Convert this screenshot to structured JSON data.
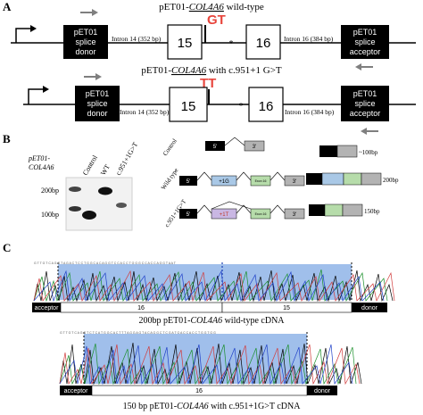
{
  "panel_labels": {
    "a": "A",
    "b": "B",
    "c": "C"
  },
  "panel_a": {
    "construct_wt": {
      "title_prefix": "pET01-",
      "title_gene": "COL4A6",
      "title_suffix": " wild-type",
      "splice_site": "GT"
    },
    "construct_mut": {
      "title_prefix": "pET01-",
      "title_gene": "COL4A6",
      "title_suffix": " with c.951+1 G>T",
      "splice_site": "TT"
    },
    "donor_line1": "pET01",
    "donor_line2": "splice",
    "donor_line3": "donor",
    "acceptor_line1": "pET01",
    "acceptor_line2": "splice",
    "acceptor_line3": "acceptor",
    "intron14": "Intron 14 (352 bp)",
    "exon15": "15",
    "exon16": "16",
    "asterisk": "*",
    "intron16": "Intron 16 (384 bp)",
    "colors": {
      "splice_site": "#e8453c",
      "primer_arrow": "#7f7f7f",
      "splice_box": "#000000"
    }
  },
  "panel_b": {
    "gel_title_line1": "pET01-",
    "gel_title_line2": "COL4A6",
    "gel_lanes": [
      "Control",
      "WT",
      "c.951+1G>T"
    ],
    "size_200": "200bp",
    "size_100": "100bp",
    "diagram_rows": [
      {
        "label": "Control",
        "exon_5": "5'",
        "exon_3": "3'",
        "product": "~100bp"
      },
      {
        "label": "Wild type",
        "exon_5": "5'",
        "exon_mid": "+1G",
        "exon_16": "Exon 16",
        "exon_3": "3'",
        "product": "200bp"
      },
      {
        "label": "c.951+1G>T",
        "exon_5": "5'",
        "exon_mid": "+1T",
        "exon_16": "Exon 16",
        "exon_3": "3'",
        "product": "150bp"
      }
    ],
    "colors": {
      "exon15": "#a9c8e6",
      "exon16": "#b6dcaa",
      "exon3": "#b3b3b3",
      "mut_exon15": "#c9b7e3"
    }
  },
  "panel_c": {
    "wt_track": {
      "left": "acceptor",
      "exon_a": "16",
      "exon_b": "15",
      "right": "donor"
    },
    "wt_caption_prefix": "200bp pET01-",
    "wt_caption_gene": "COL4A6",
    "wt_caption_suffix": " wild-type cDNA",
    "mut_track": {
      "left": "acceptor",
      "exon_a": "16",
      "right": "donor"
    },
    "mut_caption_prefix": "150 bp pET01-",
    "mut_caption_gene": "COL4A6",
    "mut_caption_suffix": " with c.951+1G>T cDNA",
    "colors": {
      "highlight": "#8fb4e8"
    }
  }
}
